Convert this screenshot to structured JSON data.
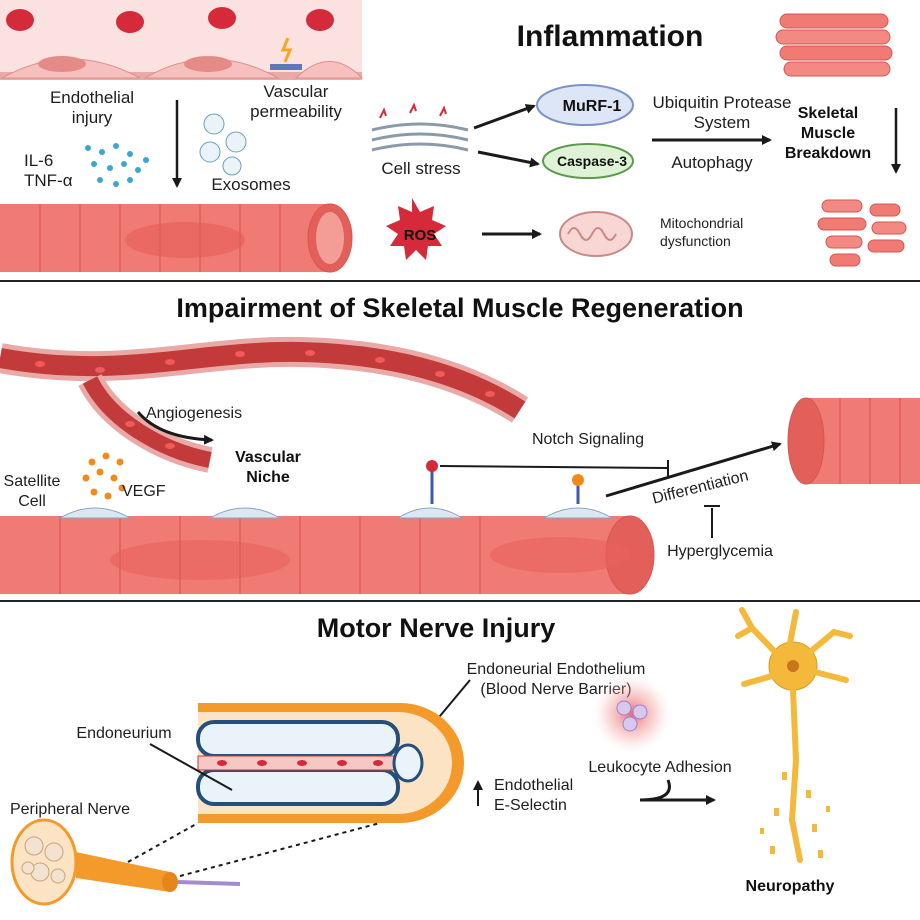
{
  "sections": {
    "inflammation": {
      "title": "Inflammation",
      "endothelial_injury": [
        "Endothelial",
        "injury"
      ],
      "vascular_permeability": [
        "Vascular",
        "permeability"
      ],
      "cytokines": [
        "IL-6",
        "TNF-α"
      ],
      "exosomes": "Exosomes",
      "cell_stress": "Cell stress",
      "murf1": "MuRF-1",
      "caspase3": "Caspase-3",
      "ups": [
        "Ubiquitin Protease",
        "System"
      ],
      "autophagy": "Autophagy",
      "breakdown": [
        "Skeletal",
        "Muscle",
        "Breakdown"
      ],
      "ros": "ROS",
      "mito": [
        "Mitochondrial",
        "dysfunction"
      ]
    },
    "regeneration": {
      "title": "Impairment of Skeletal Muscle Regeneration",
      "angiogenesis": "Angiogenesis",
      "vascular_niche": [
        "Vascular",
        "Niche"
      ],
      "satellite_cell": [
        "Satellite",
        "Cell"
      ],
      "vegf": "VEGF",
      "notch": "Notch Signaling",
      "differentiation": "Differentiation",
      "hyperglycemia": "Hyperglycemia"
    },
    "nerve": {
      "title": "Motor Nerve Injury",
      "endo_endothelium": [
        "Endoneurial Endothelium",
        "(Blood Nerve Barrier)"
      ],
      "endoneurium": "Endoneurium",
      "peripheral_nerve": "Peripheral Nerve",
      "eselectin": [
        "Endothelial",
        "E-Selectin"
      ],
      "leukocyte": "Leukocyte Adhesion",
      "neuropathy": "Neuropathy"
    }
  },
  "colors": {
    "muscle": "#f07b74",
    "muscle_dark": "#d9554f",
    "rbc": "#d42a3a",
    "vessel_wall": "#e9a9a6",
    "nerve_orange": "#f39a2b",
    "neuron": "#f4b93a",
    "murf_fill": "#dde6f7",
    "caspase_fill": "#dff2d6"
  }
}
